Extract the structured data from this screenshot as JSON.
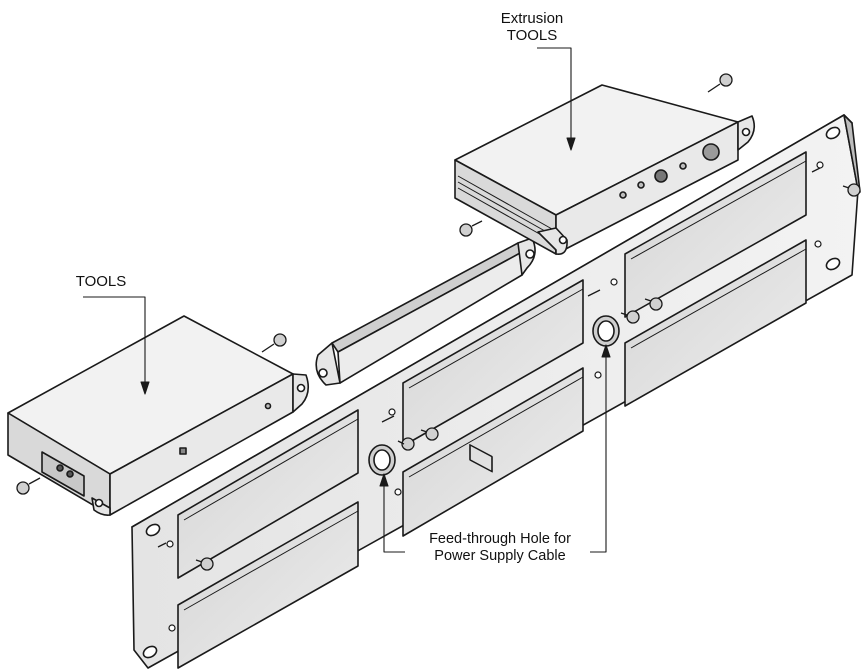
{
  "labels": {
    "extrusion_line1": "Extrusion",
    "extrusion_line2": "TOOLS",
    "tools": "TOOLS",
    "feed_line1": "Feed-through Hole for",
    "feed_line2": "Power Supply Cable"
  },
  "colors": {
    "stroke": "#1a1a1a",
    "face_light": "#f2f2f2",
    "face_mid": "#d9d9d9",
    "face_dark": "#bdbdbd",
    "background": "#ffffff"
  }
}
